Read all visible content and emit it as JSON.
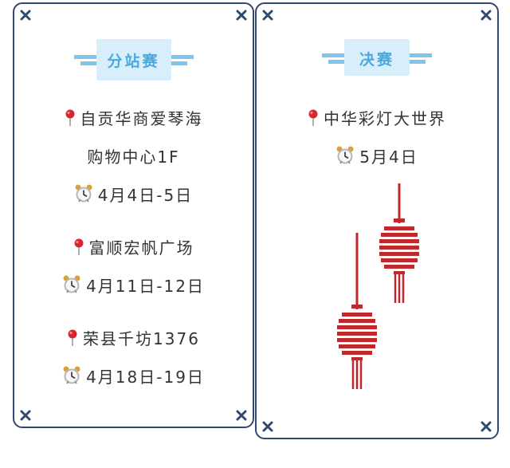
{
  "left": {
    "title": "分站赛",
    "entries": [
      {
        "venue_line1": "自贡华商爱琴海",
        "venue_line2": "购物中心1F",
        "date": "4月4日-5日"
      },
      {
        "venue_line1": "富顺宏帆广场",
        "date": "4月11日-12日"
      },
      {
        "venue_line1": "荣县千坊1376",
        "date": "4月18日-19日"
      }
    ]
  },
  "right": {
    "title": "决赛",
    "venue": "中华彩灯大世界",
    "date": "5月4日"
  },
  "colors": {
    "border": "#2f4a6d",
    "title_text": "#4aa9df",
    "title_bg": "#d8eefb",
    "title_stripe": "#7fc4ec",
    "lantern_red": "#c0282b",
    "pin_red": "#d9262c"
  },
  "icons": [
    "round-pushpin-icon",
    "alarm-clock-icon",
    "cross-corner-icon",
    "lantern-icon"
  ]
}
